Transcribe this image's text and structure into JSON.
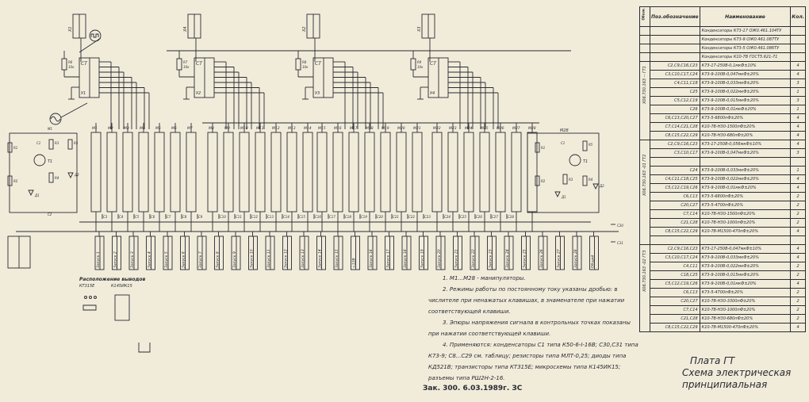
{
  "chips": [
    {
      "label": "У1",
      "type": "СТ",
      "resistor": "R6",
      "res_val": "10к",
      "connector": "Х1"
    },
    {
      "label": "У2",
      "type": "СТ",
      "resistor": "R7",
      "res_val": "10к",
      "connector": "Х4"
    },
    {
      "label": "У3",
      "type": "СТ",
      "resistor": "R8",
      "res_val": "10к",
      "connector": "Х2"
    },
    {
      "label": "У4",
      "type": "СТ",
      "resistor": "R9",
      "res_val": "10к",
      "connector": "Х3"
    }
  ],
  "manipulators": [
    "М1",
    "М2",
    "М3",
    "М4",
    "М5",
    "М6",
    "М7",
    "М8",
    "М9",
    "М10",
    "М11",
    "М12",
    "М13",
    "М14",
    "М15",
    "М16",
    "М17",
    "М18",
    "М19",
    "М20",
    "М21",
    "М22",
    "М23",
    "М24",
    "М25",
    "М26",
    "М27",
    "М28"
  ],
  "capacitors": [
    "С3",
    "С4",
    "С5",
    "С6",
    "С7",
    "С8",
    "С9",
    "С10",
    "С11",
    "С12",
    "С13",
    "С14",
    "С15",
    "С16",
    "С17",
    "С18",
    "С19",
    "С20",
    "С21",
    "С22",
    "С23",
    "С24",
    "С25",
    "С26",
    "С27",
    "С28"
  ],
  "left_circuit": {
    "r1": "R1",
    "r2": "R2",
    "r3": "R3",
    "r4": "R4",
    "r5": "R5",
    "c1": "С1",
    "c2": "С2",
    "t1": "Т1",
    "d1": "Д1",
    "d2": "Д2",
    "m1": "М1"
  },
  "right_circuit": {
    "r1": "R1",
    "r2": "R2",
    "r3": "R3",
    "r4": "R4",
    "r5": "R5",
    "c1": "С1",
    "t1": "Т1",
    "d1": "Д1",
    "d2": "Д2",
    "m28": "М28",
    "c30": "С30",
    "c31": "С31"
  },
  "bottom_connectors": [
    "Запуск 1",
    "Запуск 2",
    "Запуск 3",
    "Запуск 4",
    "Запуск 5",
    "Запуск 6",
    "Запуск 7",
    "Запуск 8",
    "Запуск 9",
    "Запуск 10",
    "Запуск 11",
    "Запуск 12",
    "Запуск 13",
    "Запуск 14",
    "Запуск 15",
    "+12В",
    "Запуск 16",
    "Запуск 17",
    "Запуск 18",
    "Запуск 19",
    "Запуск 20",
    "Запуск 21",
    "Запуск 22",
    "Запуск 23",
    "Запуск 24",
    "Запуск 25",
    "Запуск 26",
    "Запуск 27",
    "Запуск 28",
    "Общий"
  ],
  "pinout": {
    "title": "Расположение выводов",
    "transistor": "КТ315Е",
    "chip": "К145ИК15"
  },
  "notes": [
    "1. М1...М28 - манипуляторы.",
    "2. Режимы работы по постоянному току указаны дробью: в числителе при ненажатых клавишах, в знаменателе при нажатии соответствующей клавиши.",
    "3. Эпюры напряжения сигнала в контрольных точках показаны при нажатии соответствующей клавиши.",
    "4. Применяются: конденсаторы С1 типа К50-6-I-16В; С30,С31 типа К73-9; С8...С29 см. таблицу; резисторы типа МЛТ-0,25; диоды типа КД521В; транзисторы типа КТ315Е; микросхемы типа К145ИК15; разъемы типа РШ2Н-2-16."
  ],
  "order_stamp": "Зак. 300. 6.03.1989г. ЗС",
  "title": {
    "line1": "Плата ГТ",
    "line2": "Схема электрическая",
    "line3": "принципиальная"
  },
  "table": {
    "headers": {
      "group": "Обозн.",
      "pos": "Поз.обозначение",
      "name": "Наименование",
      "qty": "Кол."
    },
    "types": [
      "Конденсаторы К73-17 ОЖ0.461.104ТУ",
      "Конденсаторы К73-9 ОЖ0.461.087ТУ",
      "Конденсаторы К73-5 ОЖ0.461.086ТУ",
      "Конденсаторы К10-7В ГОСТ5.621-71"
    ],
    "groups": [
      {
        "label": "Х06.730.163 -- ГТ1",
        "rows": [
          {
            "pos": "С2,С9,С16,С23",
            "name": "К73-17-250В-0,1мкФ±10%",
            "qty": "4"
          },
          {
            "pos": "С3,С10,С17,С24",
            "name": "К73-9-100В-0,047мкФ±20%",
            "qty": "4"
          },
          {
            "pos": "С4,С11,С18",
            "name": "К73-9-100В-0,033мкФ±20%",
            "qty": "3"
          },
          {
            "pos": "С25",
            "name": "К73-9-100В-0,022мкФ±20%",
            "qty": "1"
          },
          {
            "pos": "С5,С12,С19",
            "name": "К73-9-100В-0,015мкФ±20%",
            "qty": "3"
          },
          {
            "pos": "С26",
            "name": "К73-9-100В-0,01мкФ±20%",
            "qty": "1"
          },
          {
            "pos": "С6,С13,С20,С27",
            "name": "К73-5-6800пФ±20%",
            "qty": "4"
          },
          {
            "pos": "С7,С14,С21,С28",
            "name": "К10-7В-Н30-1500пФ±20%",
            "qty": "4"
          },
          {
            "pos": "С8,С15,С22,С29",
            "name": "К10-7В-Н30-680пФ±20%",
            "qty": "4"
          }
        ]
      },
      {
        "label": "Х06.730.163 -01 ГТ2",
        "rows": [
          {
            "pos": "С2,С9,С16,С23",
            "name": "К73-17-250В-0,056мкФ±10%",
            "qty": "4"
          },
          {
            "pos": "С3,С10,С17",
            "name": "К73-9-100В-0,047мкФ±20%",
            "qty": "3"
          },
          {
            "pos": "",
            "name": "",
            "qty": ""
          },
          {
            "pos": "С24",
            "name": "К73-9-100В-0,033мкФ±20%",
            "qty": "1"
          },
          {
            "pos": "С4,С11,С18,С25",
            "name": "К73-9-100В-0,022мкФ±20%",
            "qty": "4"
          },
          {
            "pos": "С5,С12,С19,С26",
            "name": "К73-9-100В-0,01мкФ±20%",
            "qty": "4"
          },
          {
            "pos": "С6,С13",
            "name": "К73-5-6800пФ±20%",
            "qty": "2"
          },
          {
            "pos": "С20,С27",
            "name": "К73-5-4700пФ±20%",
            "qty": "2"
          },
          {
            "pos": "С7,С14",
            "name": "К10-7В-Н30-1500пФ±20%",
            "qty": "2"
          },
          {
            "pos": "С21,С28",
            "name": "К10-7В-Н30-1000пФ±20%",
            "qty": "2"
          },
          {
            "pos": "С8,С15,С22,С29",
            "name": "К10-7В-М1500-470пФ±20%",
            "qty": "4"
          },
          {
            "pos": "",
            "name": "",
            "qty": ""
          }
        ]
      },
      {
        "label": "Х06.730.163 -02 ГТ3",
        "rows": [
          {
            "pos": "С2,С9,С16,С23",
            "name": "К73-17-250В-0,047мкФ±10%",
            "qty": "4"
          },
          {
            "pos": "С3,С10,С17,С24",
            "name": "К73-9-100В-0,033мкФ±20%",
            "qty": "4"
          },
          {
            "pos": "С4,С11",
            "name": "К73-9-100В-0,022мкФ±20%",
            "qty": "2"
          },
          {
            "pos": "С18,С25",
            "name": "К73-9-100В-0,015мкФ±20%",
            "qty": "2"
          },
          {
            "pos": "С5,С12,С19,С26",
            "name": "К73-9-100В-0,01мкФ±20%",
            "qty": "4"
          },
          {
            "pos": "С6,С13",
            "name": "К73-5-4700пФ±20%",
            "qty": "2"
          },
          {
            "pos": "С20,С27",
            "name": "К10-7В-Н30-3300пФ±20%",
            "qty": "2"
          },
          {
            "pos": "С7,С14",
            "name": "К10-7В-Н30-1000пФ±20%",
            "qty": "2"
          },
          {
            "pos": "С21,С28",
            "name": "К10-7В-Н30-680пФ±20%",
            "qty": "2"
          },
          {
            "pos": "С8,С15,С22,С29",
            "name": "К10-7В-М1500-470пФ±20%",
            "qty": "4"
          }
        ]
      }
    ]
  }
}
